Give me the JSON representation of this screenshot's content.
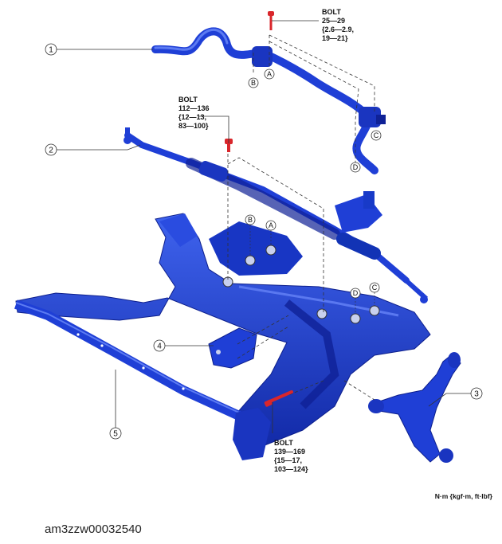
{
  "parts": [
    {
      "id": "1",
      "label": "1"
    },
    {
      "id": "2",
      "label": "2"
    },
    {
      "id": "3",
      "label": "3"
    },
    {
      "id": "4",
      "label": "4"
    },
    {
      "id": "5",
      "label": "5"
    }
  ],
  "letters": [
    "A",
    "B",
    "C",
    "D"
  ],
  "bolts": {
    "top": [
      "BOLT",
      "25—29",
      "{2.6—2.9,",
      "19—21}"
    ],
    "middle": [
      "BOLT",
      "112—136",
      "{12—13,",
      "83—100}"
    ],
    "bottom": [
      "BOLT",
      "139—169",
      "{15—17,",
      "103—124}"
    ]
  },
  "units": "N·m {kgf·m, ft·lbf}",
  "figure_id": "am3zzw00032540",
  "colors": {
    "part": "#1f3fd6",
    "part_dark": "#0f2196",
    "part_light": "#4f6ef0",
    "bolt": "#d9262b",
    "leader": "#333333"
  }
}
